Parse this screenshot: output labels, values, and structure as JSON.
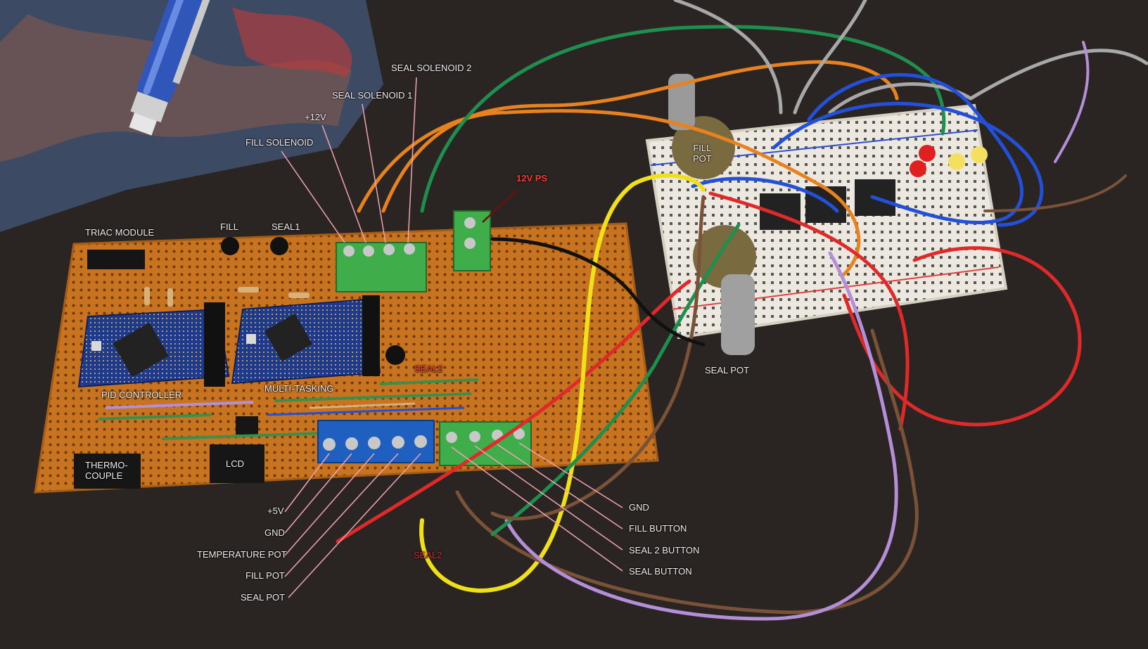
{
  "labels": {
    "triac_module": "TRIAC MODULE",
    "fill": "FILL",
    "seal1": "SEAL1",
    "fill_solenoid": "FILL SOLENOID",
    "plus12v": "+12V",
    "seal_solenoid_1": "SEAL SOLENOID 1",
    "seal_solenoid_2": "SEAL SOLENOID 2",
    "ps12v": "12V PS",
    "fill_pot_bb_line1": "FILL",
    "fill_pot_bb_line2": "POT",
    "seal_pot_top": "SEAL POT",
    "pid_controller": "PID CONTROLLER",
    "multi_tasking": "MULTI-TASKING",
    "seal2_pcb": "SEAL2",
    "thermocouple_line1": "THERMO-",
    "thermocouple_line2": "COUPLE",
    "lcd": "LCD",
    "plus5v": "+5V",
    "gnd_left": "GND",
    "temperature_pot": "TEMPERATURE POT",
    "fill_pot": "FILL POT",
    "seal_pot": "SEAL POT",
    "seal2_bottom": "SEAL2",
    "gnd_right": "GND",
    "fill_button": "FILL BUTTON",
    "seal2_button": "SEAL 2 BUTTON",
    "seal_button": "SEAL BUTTON"
  },
  "colors": {
    "table": "#2a2523",
    "mat": "#3d4a63",
    "pcb": "#c8731f",
    "breadboard": "#ece8df",
    "arduino": "#1f3a8c",
    "terminal_green": "#3fae4a",
    "terminal_blue": "#1f5fc0",
    "label_line": "#f2a3b0",
    "wire_orange": "#e8821e",
    "wire_green": "#1f8f4e",
    "wire_gray": "#a8a8a8",
    "wire_blue": "#2350d8",
    "wire_red": "#e02a2a",
    "wire_yellow": "#f0e01a",
    "wire_brown": "#7a5238",
    "wire_purple": "#b48fd8",
    "wire_black": "#111111"
  }
}
